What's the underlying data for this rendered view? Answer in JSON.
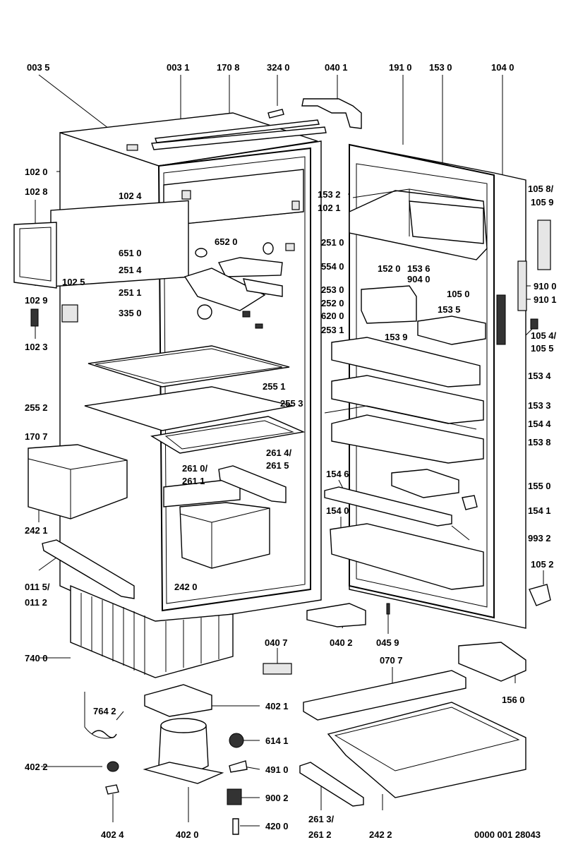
{
  "labels": [
    {
      "id": "0035",
      "text": "003 5"
    },
    {
      "id": "0031",
      "text": "003 1"
    },
    {
      "id": "1708",
      "text": "170 8"
    },
    {
      "id": "3240",
      "text": "324 0"
    },
    {
      "id": "0401",
      "text": "040 1"
    },
    {
      "id": "1910",
      "text": "191 0"
    },
    {
      "id": "1530",
      "text": "153 0"
    },
    {
      "id": "1040",
      "text": "104 0"
    },
    {
      "id": "1020",
      "text": "102 0"
    },
    {
      "id": "1028",
      "text": "102 8"
    },
    {
      "id": "1024",
      "text": "102 4"
    },
    {
      "id": "1021",
      "text": "102 1"
    },
    {
      "id": "1532",
      "text": "153 2"
    },
    {
      "id": "1058",
      "text": "105 8/"
    },
    {
      "id": "1059",
      "text": "105 9"
    },
    {
      "id": "6520",
      "text": "652 0"
    },
    {
      "id": "2510",
      "text": "251 0"
    },
    {
      "id": "6510",
      "text": "651 0"
    },
    {
      "id": "5540",
      "text": "554 0"
    },
    {
      "id": "2514",
      "text": "251 4"
    },
    {
      "id": "1520",
      "text": "152 0"
    },
    {
      "id": "1536",
      "text": "153 6"
    },
    {
      "id": "9040",
      "text": "904 0"
    },
    {
      "id": "1025",
      "text": "102 5"
    },
    {
      "id": "1029",
      "text": "102 9"
    },
    {
      "id": "2511",
      "text": "251 1"
    },
    {
      "id": "2530",
      "text": "253 0"
    },
    {
      "id": "1050",
      "text": "105 0"
    },
    {
      "id": "9100",
      "text": "910 0"
    },
    {
      "id": "2520",
      "text": "252 0"
    },
    {
      "id": "9101",
      "text": "910 1"
    },
    {
      "id": "3350",
      "text": "335 0"
    },
    {
      "id": "6200",
      "text": "620 0"
    },
    {
      "id": "1535",
      "text": "153 5"
    },
    {
      "id": "1023",
      "text": "102 3"
    },
    {
      "id": "2531",
      "text": "253 1"
    },
    {
      "id": "1539",
      "text": "153 9"
    },
    {
      "id": "1054",
      "text": "105 4/"
    },
    {
      "id": "1055",
      "text": "105 5"
    },
    {
      "id": "1534",
      "text": "153 4"
    },
    {
      "id": "2551",
      "text": "255 1"
    },
    {
      "id": "2552",
      "text": "255 2"
    },
    {
      "id": "2553",
      "text": "255 3"
    },
    {
      "id": "1533",
      "text": "153 3"
    },
    {
      "id": "1544",
      "text": "154 4"
    },
    {
      "id": "1707",
      "text": "170 7"
    },
    {
      "id": "1538",
      "text": "153 8"
    },
    {
      "id": "2614",
      "text": "261 4/"
    },
    {
      "id": "2615",
      "text": "261 5"
    },
    {
      "id": "2610",
      "text": "261 0/"
    },
    {
      "id": "2611",
      "text": "261 1"
    },
    {
      "id": "1546",
      "text": "154 6"
    },
    {
      "id": "1550",
      "text": "155 0"
    },
    {
      "id": "1540",
      "text": "154 0"
    },
    {
      "id": "1541",
      "text": "154 1"
    },
    {
      "id": "2421",
      "text": "242 1"
    },
    {
      "id": "9932",
      "text": "993 2"
    },
    {
      "id": "2420",
      "text": "242 0"
    },
    {
      "id": "1052",
      "text": "105 2"
    },
    {
      "id": "0115",
      "text": "011 5/"
    },
    {
      "id": "0112",
      "text": "011 2"
    },
    {
      "id": "0407",
      "text": "040 7"
    },
    {
      "id": "0402",
      "text": "040 2"
    },
    {
      "id": "0459",
      "text": "045 9"
    },
    {
      "id": "7400",
      "text": "740 0"
    },
    {
      "id": "0707",
      "text": "070 7"
    },
    {
      "id": "1560",
      "text": "156 0"
    },
    {
      "id": "4021",
      "text": "402 1"
    },
    {
      "id": "7642",
      "text": "764 2"
    },
    {
      "id": "6141",
      "text": "614 1"
    },
    {
      "id": "4022",
      "text": "402 2"
    },
    {
      "id": "4910",
      "text": "491 0"
    },
    {
      "id": "9002",
      "text": "900 2"
    },
    {
      "id": "4200",
      "text": "420 0"
    },
    {
      "id": "2613",
      "text": "261 3/"
    },
    {
      "id": "2612",
      "text": "261 2"
    },
    {
      "id": "4024",
      "text": "402 4"
    },
    {
      "id": "4020",
      "text": "402 0"
    },
    {
      "id": "2422",
      "text": "242 2"
    },
    {
      "id": "docnum",
      "text": "0000 001 28043"
    }
  ]
}
